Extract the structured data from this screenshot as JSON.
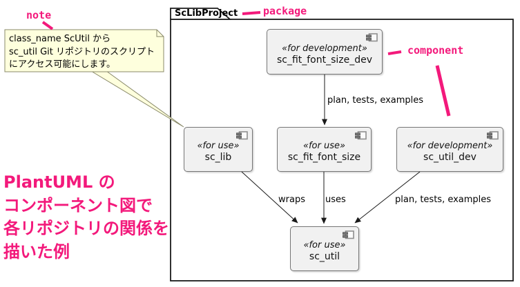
{
  "colors": {
    "pink_accent": "#F3197B",
    "component_fill": "#F1F1F1",
    "note_fill": "#FEFFDD",
    "border_dark": "#1a1a1a"
  },
  "package": {
    "title": "ScLibProject"
  },
  "note": {
    "lines": [
      "class_name ScUtil から",
      "sc_util Git リポジトリのスクリプト",
      "にアクセス可能にします。"
    ]
  },
  "components": [
    {
      "stereotype": "«for development»",
      "name": "sc_fit_font_size_dev"
    },
    {
      "stereotype": "«for use»",
      "name": "sc_lib"
    },
    {
      "stereotype": "«for use»",
      "name": "sc_fit_font_size"
    },
    {
      "stereotype": "«for development»",
      "name": "sc_util_dev"
    },
    {
      "stereotype": "«for use»",
      "name": "sc_util"
    }
  ],
  "edge_labels": {
    "dev_to_fit": "plan, tests, examples",
    "lib_to_util": "wraps",
    "fit_to_util": "uses",
    "utildev_to_util": "plan, tests, examples"
  },
  "annotations": {
    "note_label": "note",
    "package_label": "package",
    "component_label": "component",
    "caption": [
      "PlantUML の",
      "コンポーネント図で",
      "各リポジトリの関係を",
      "描いた例"
    ]
  }
}
